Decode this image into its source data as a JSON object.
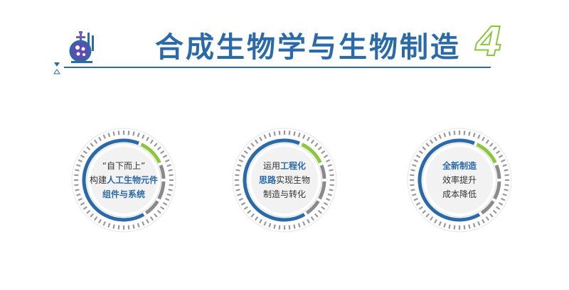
{
  "header": {
    "title": "合成生物学与生物制造",
    "number": "4",
    "icon": "flask-icon",
    "accent_color": "#2a6aa9",
    "number_color": "#8cc63f"
  },
  "badges": [
    {
      "lines": [
        [
          {
            "text": "“自下而上”",
            "hl": false
          }
        ],
        [
          {
            "text": "构建",
            "hl": false
          },
          {
            "text": "人工生物元件",
            "hl": true
          }
        ],
        [
          {
            "text": "组件与系统",
            "hl": true
          }
        ]
      ]
    },
    {
      "lines": [
        [
          {
            "text": "运用",
            "hl": false
          },
          {
            "text": "工程化",
            "hl": true
          }
        ],
        [
          {
            "text": "思路",
            "hl": true
          },
          {
            "text": "实现生物",
            "hl": false
          }
        ],
        [
          {
            "text": "制造与转化",
            "hl": false
          }
        ]
      ]
    },
    {
      "lines": [
        [
          {
            "text": "全新制造",
            "hl": true
          }
        ],
        [
          {
            "text": "效率提升",
            "hl": false
          }
        ],
        [
          {
            "text": "成本降低",
            "hl": false
          }
        ]
      ]
    }
  ],
  "colors": {
    "ring_blue": "#2a6aa9",
    "ring_green": "#8cc63f",
    "ring_gray": "#8a8a8a",
    "tick_gray": "#999999",
    "disc_light": "#f2f2f2"
  }
}
